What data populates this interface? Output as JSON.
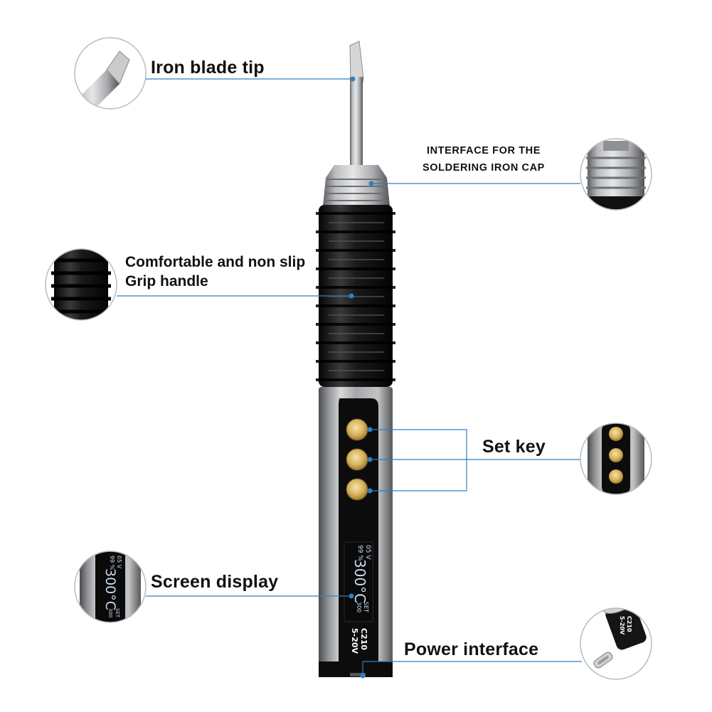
{
  "callouts": {
    "tip": "Iron blade tip",
    "interface_line1": "INTERFACE FOR THE",
    "interface_line2": "SOLDERING IRON CAP",
    "grip_line1": "Comfortable and non slip",
    "grip_line2": "Grip handle",
    "set_key": "Set key",
    "screen": "Screen display",
    "power": "Power interface"
  },
  "screen_readout": {
    "voltage": "05 V",
    "power_percent": "99 %",
    "temperature": "300°C",
    "set_label": "SET",
    "set_value": "300"
  },
  "body_markings": {
    "model": "C210",
    "voltage_range": "5-20V"
  },
  "power_inset_markings": {
    "model": "C210",
    "voltage_range": "5-20V"
  },
  "colors": {
    "callout_line": "#2f7fc4",
    "grip": "#111111",
    "metal": "#9a9c9f",
    "button_gold": "#d9b96a",
    "screen_text": "#c8dcf0"
  }
}
